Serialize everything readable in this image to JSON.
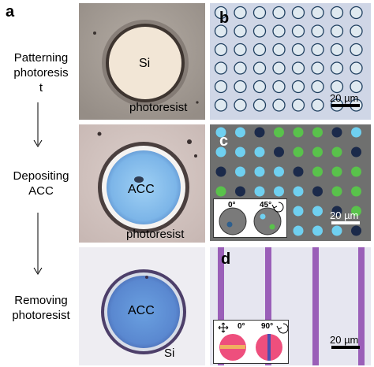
{
  "panel_a": {
    "letter": "a",
    "steps": [
      "Patterning photoresis t",
      "Depositing ACC",
      "Removing photoresist"
    ],
    "step_lines": [
      [
        "Patterning",
        "photoresis",
        "t"
      ],
      [
        "Depositing",
        "ACC"
      ],
      [
        "Removing",
        "photoresist"
      ]
    ],
    "image_1": {
      "inner_label": "Si",
      "outer_label": "photoresist"
    },
    "image_2": {
      "inner_label": "ACC",
      "outer_label": "photoresist"
    },
    "image_3": {
      "inner_label": "ACC",
      "outer_label": "Si"
    }
  },
  "panel_b": {
    "letter": "b",
    "scale_bar": "20 µm",
    "grid": {
      "rows": 6,
      "cols": 8
    }
  },
  "panel_c": {
    "letter": "c",
    "scale_bar": "20 µm",
    "inset_angles": [
      "0°",
      "45°"
    ]
  },
  "panel_d": {
    "letter": "d",
    "scale_bar": "20 µm",
    "inset_angles": [
      "0°",
      "90°"
    ]
  },
  "colors": {
    "photoresist_bg": "#a39c95",
    "si_disk": "#f2e6d6",
    "acc_blue": "#7fb7e6",
    "panel_b_bg": "#cfd6e6",
    "panel_c_bg": "#6f706f",
    "panel_d_bg": "#e6e6f0",
    "stripe": "#9a5fb8"
  }
}
